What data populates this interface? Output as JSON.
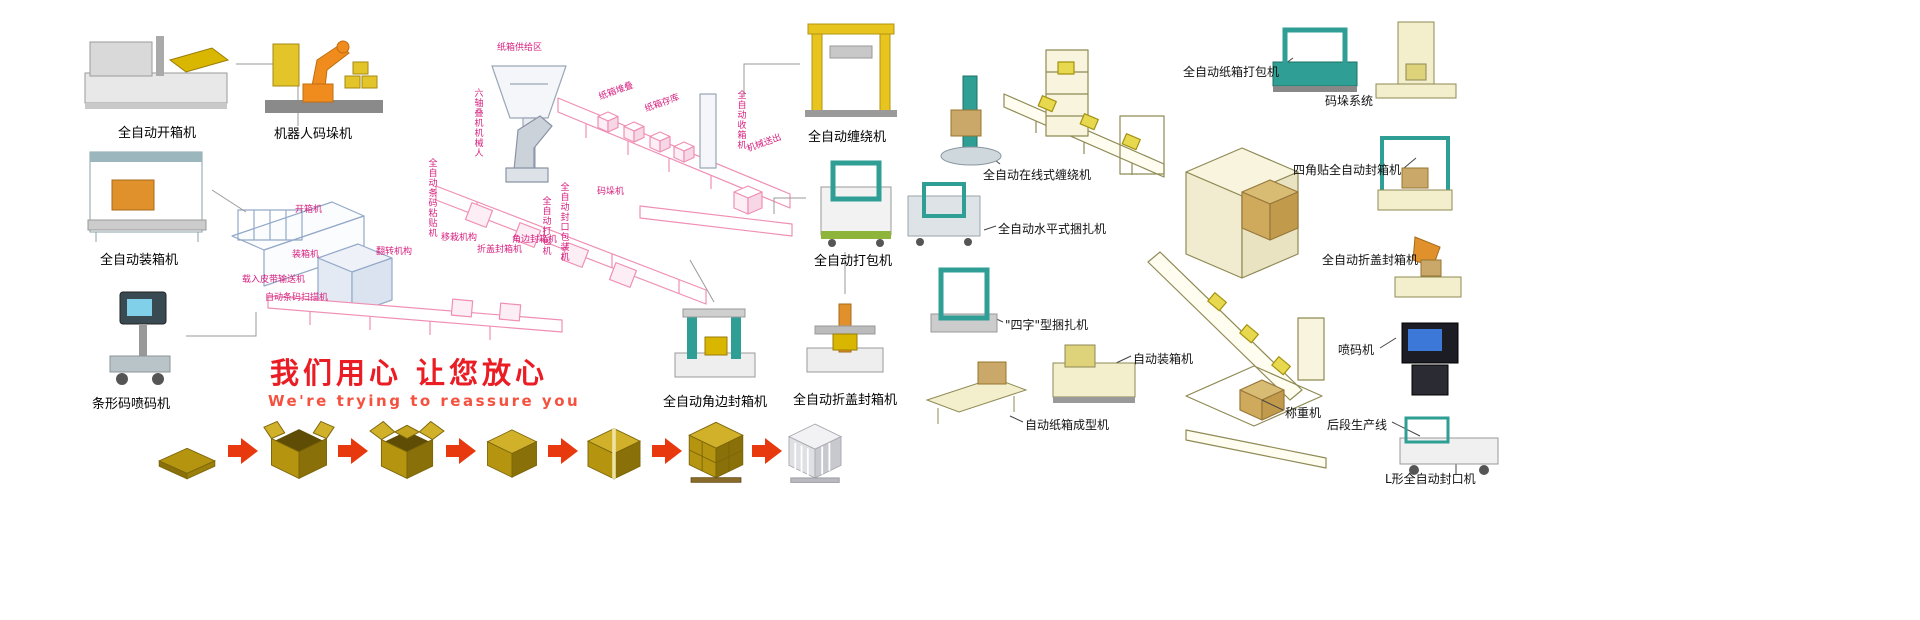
{
  "colors": {
    "accent_red": "#ea1c24",
    "arrow_red": "#e8380d",
    "carton_gold": "#b5950f",
    "pink_line": "#ef8fb4",
    "blue_line": "#93a9c8",
    "khaki_line": "#8f8a55",
    "teal": "#2f9e94"
  },
  "slogan": {
    "cn_first": "我们用心",
    "cn_second": "让您放心",
    "en": "We're trying to reassure you"
  },
  "photo_labels": {
    "carton_opener": "全自动开箱机",
    "robot_palletizer": "机器人码垛机",
    "case_packer": "全自动装箱机",
    "barcode_printer": "条形码喷码机",
    "wrapping_machine": "全自动缠绕机",
    "strapping_machine": "全自动打包机",
    "corner_sealer": "全自动角边封箱机",
    "flap_sealer": "全自动折盖封箱机"
  },
  "center_diagram_labels": [
    "纸箱供给区",
    "六轴叠机机械人",
    "纸箱堆叠",
    "纸箱存库",
    "全自动收箱机",
    "机械送出",
    "开箱机",
    "装箱机",
    "翻转机构",
    "移栽机构",
    "全自动条码粘贴机",
    "折盖封箱机",
    "角边封箱机",
    "全自动打包机",
    "全自动封口包装机",
    "码垛机",
    "载入皮带输送机",
    "自动条码扫描机"
  ],
  "right_diagram_labels": [
    "全自动纸箱打包机",
    "码垛系统",
    "全自动在线式缠绕机",
    "全自动水平式捆扎机",
    "四角贴全自动封箱机",
    "\"四字\"型捆扎机",
    "全自动折盖封箱机",
    "自动装箱机",
    "喷码机",
    "自动纸箱成型机",
    "称重机",
    "后段生产线",
    "L形全自动封口机"
  ],
  "process_stages": [
    {
      "icon": "flat-carton"
    },
    {
      "icon": "erected-carton"
    },
    {
      "icon": "open-flap-carton"
    },
    {
      "icon": "folded-carton"
    },
    {
      "icon": "sealed-carton"
    },
    {
      "icon": "palletized-cartons"
    },
    {
      "icon": "wrapped-pallet"
    }
  ]
}
